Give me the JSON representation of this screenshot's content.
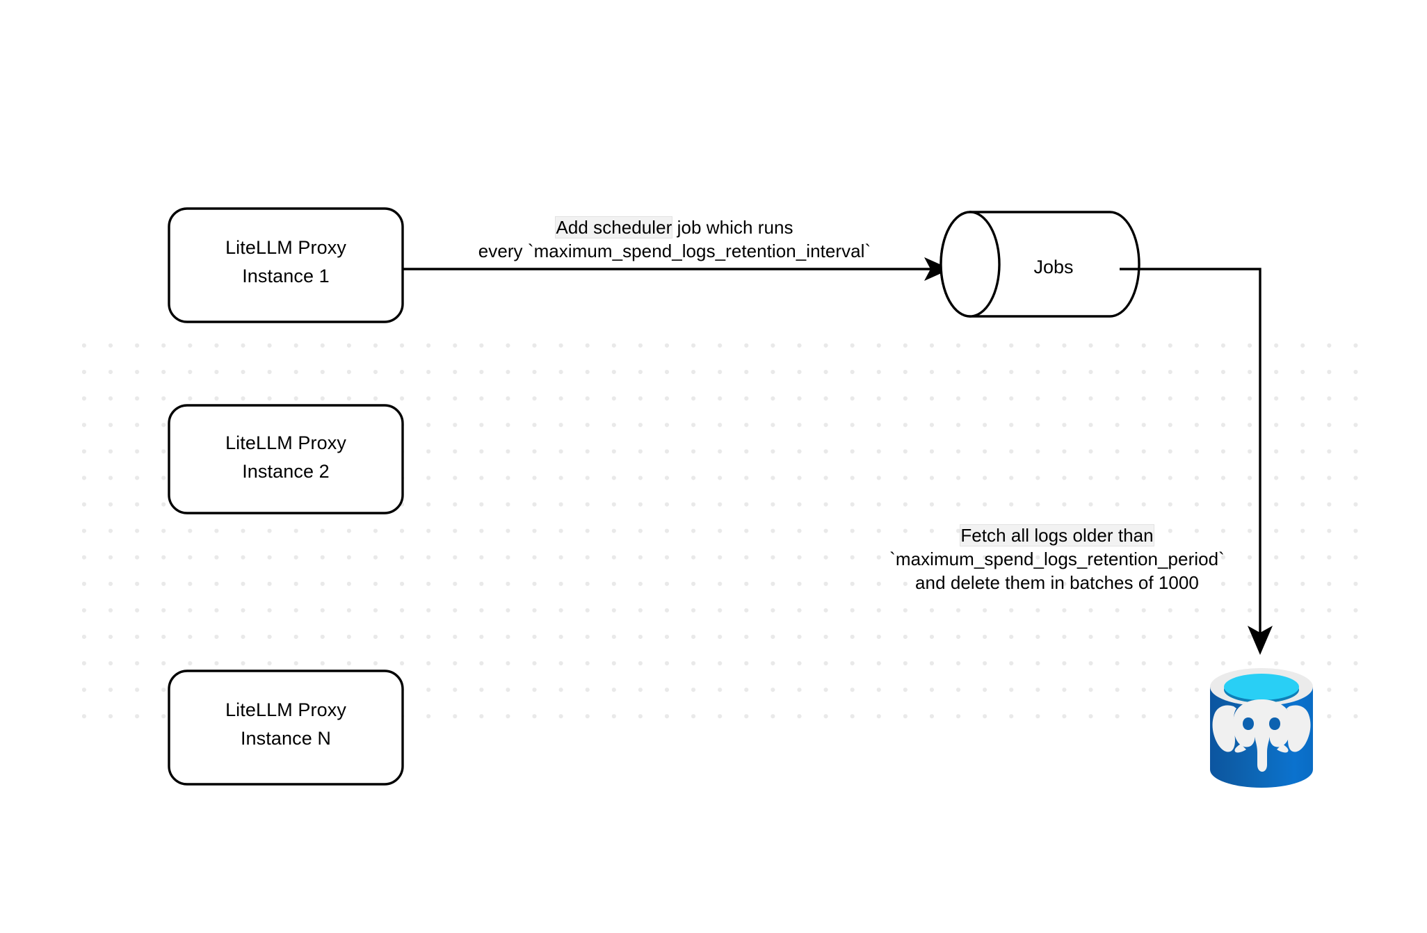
{
  "diagram": {
    "title": "LiteLLM spend logs retention scheduler flow",
    "background_color": "#ffffff",
    "grid_dot_color": "#e9e9e9",
    "stroke_color": "#000000"
  },
  "nodes": {
    "proxy_1": {
      "label": "LiteLLM Proxy\nInstance 1",
      "line_1": "LiteLLM Proxy",
      "line_2": "Instance 1",
      "shape": "rounded-rectangle"
    },
    "proxy_2": {
      "label": "LiteLLM Proxy\nInstance 2",
      "line_1": "LiteLLM Proxy",
      "line_2": "Instance 2",
      "shape": "rounded-rectangle"
    },
    "proxy_n": {
      "label": "LiteLLM Proxy\nInstance N",
      "line_1": "LiteLLM Proxy",
      "line_2": "Instance N",
      "shape": "rounded-rectangle"
    },
    "jobs": {
      "label": "Jobs",
      "shape": "cylinder"
    },
    "database": {
      "icon": "postgresql-database-icon",
      "label": "",
      "colors": {
        "body_left": "#0d5ca6",
        "body_right": "#0b72ce",
        "rim": "#ebebeb",
        "top_fill": "#29cff5",
        "top_shadow": "#0e7fb8",
        "elephant": "#f0f0f0"
      }
    }
  },
  "edges": {
    "scheduler": {
      "line_1": "Add scheduler",
      "line_1_rest": " job which runs",
      "line_2": "every `maximum_spend_logs_retention_interval`",
      "from": "proxy_1",
      "to": "jobs",
      "direction": "right"
    },
    "fetch_delete": {
      "line_1": "Fetch all logs older than",
      "line_2": "`maximum_spend_logs_retention_period`",
      "line_3": "and delete them in batches of 1000",
      "from": "jobs",
      "to": "database",
      "direction": "down"
    }
  }
}
